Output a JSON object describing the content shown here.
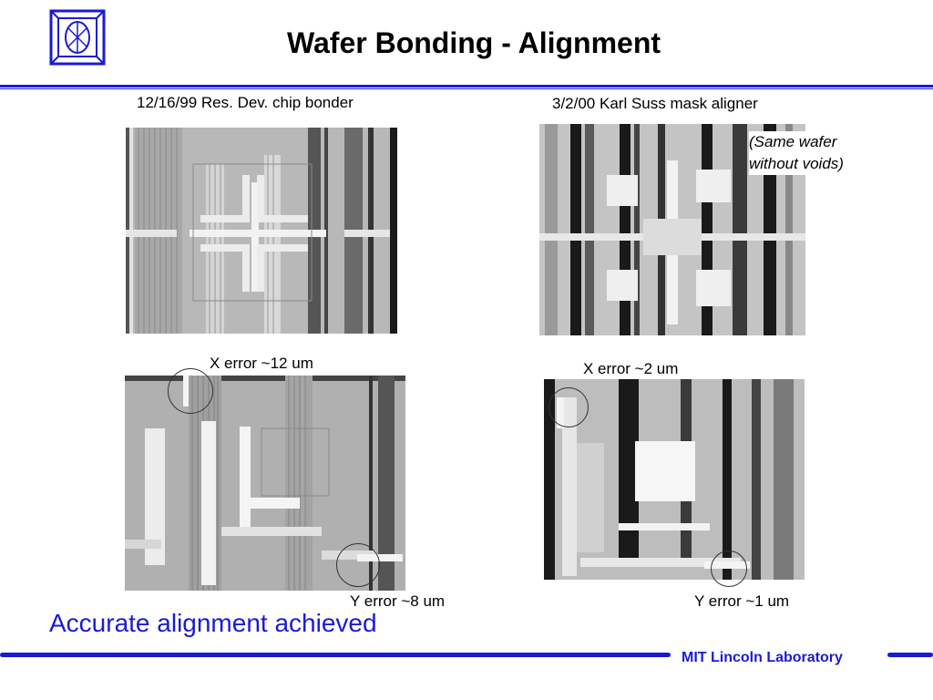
{
  "slide": {
    "title": "Wafer Bonding - Alignment",
    "conclusion": "Accurate alignment achieved",
    "footer": "MIT Lincoln Laboratory",
    "logo_icon": "mit-ll-logo-icon",
    "accent_color": "#1a1ad6"
  },
  "left_column": {
    "caption": "12/16/99 Res. Dev. chip bonder",
    "x_error": "X error ~12 um",
    "y_error": "Y error ~8 um"
  },
  "right_column": {
    "caption": "3/2/00 Karl Suss mask aligner",
    "note": "(Same wafer without voids)",
    "x_error": "X error ~2 um",
    "y_error": "Y error ~1 um"
  }
}
